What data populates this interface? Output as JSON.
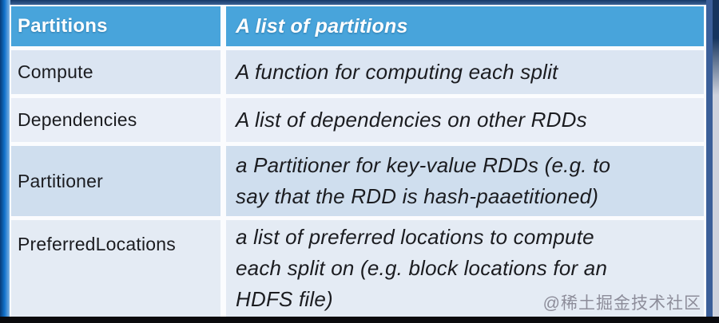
{
  "table": {
    "header": {
      "key": "Partitions",
      "value": "A list of partitions",
      "bg": "#48a4db"
    },
    "rows": [
      {
        "key": "Compute",
        "value": "A function for computing each split",
        "bg": "#dbe5f2"
      },
      {
        "key": "Dependencies",
        "value": "A list of dependencies on other RDDs",
        "bg": "#e9eef7"
      },
      {
        "key": "Partitioner",
        "value": "a Partitioner for key-value RDDs (e.g. to\nsay that the RDD is hash-paaetitioned)",
        "bg": "#cfdeee"
      },
      {
        "key": "PreferredLocations",
        "value": "a list of preferred locations to compute\neach split on (e.g. block locations for an\nHDFS file)",
        "bg": "#e4ebf4"
      }
    ],
    "text_color": "#1b1c20",
    "header_text_color": "#ffffff",
    "separator_color": "#fbfcfe"
  },
  "watermark": {
    "text": "@稀土掘金技术社区",
    "color": "#8d8d9a"
  },
  "frame": {
    "top_color": "#1d4a85",
    "left_color": "#1272cc",
    "bottom_color": "#0a0a0d",
    "right_color": "#3b5f99",
    "right_outer_color": "#ced2dd"
  }
}
